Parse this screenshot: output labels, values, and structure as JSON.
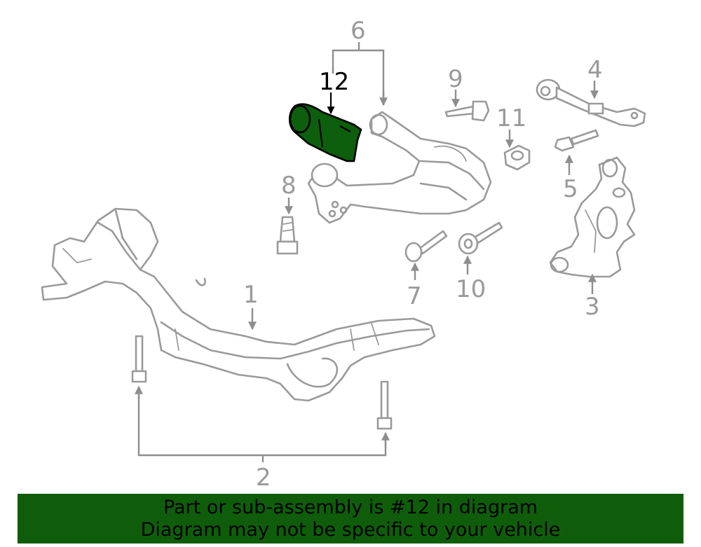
{
  "diagram": {
    "highlight_color": "#0d5e0d",
    "part_line_color": "#9a9a9a",
    "callouts": {
      "c1": "1",
      "c2": "2",
      "c3": "3",
      "c4": "4",
      "c5": "5",
      "c6": "6",
      "c7": "7",
      "c8": "8",
      "c9": "9",
      "c10": "10",
      "c11": "11",
      "c12": "12"
    },
    "highlighted_callout": "12"
  },
  "banner": {
    "background": "#0f5d0b",
    "line1": "Part or sub-assembly is #12 in diagram",
    "line2": "Diagram may not be specific to your vehicle"
  }
}
